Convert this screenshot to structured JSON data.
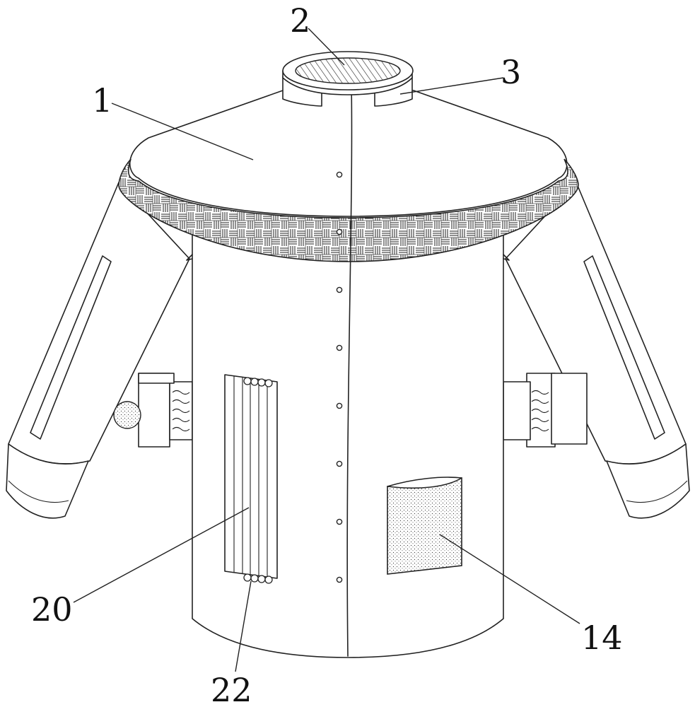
{
  "labels": {
    "garment_body": "1",
    "collar_filter": "2",
    "collar_band": "3",
    "tube_panel": "20",
    "tube_ends": "22",
    "patch_pocket": "14"
  },
  "colors": {
    "line": "#222222",
    "background": "#ffffff"
  }
}
